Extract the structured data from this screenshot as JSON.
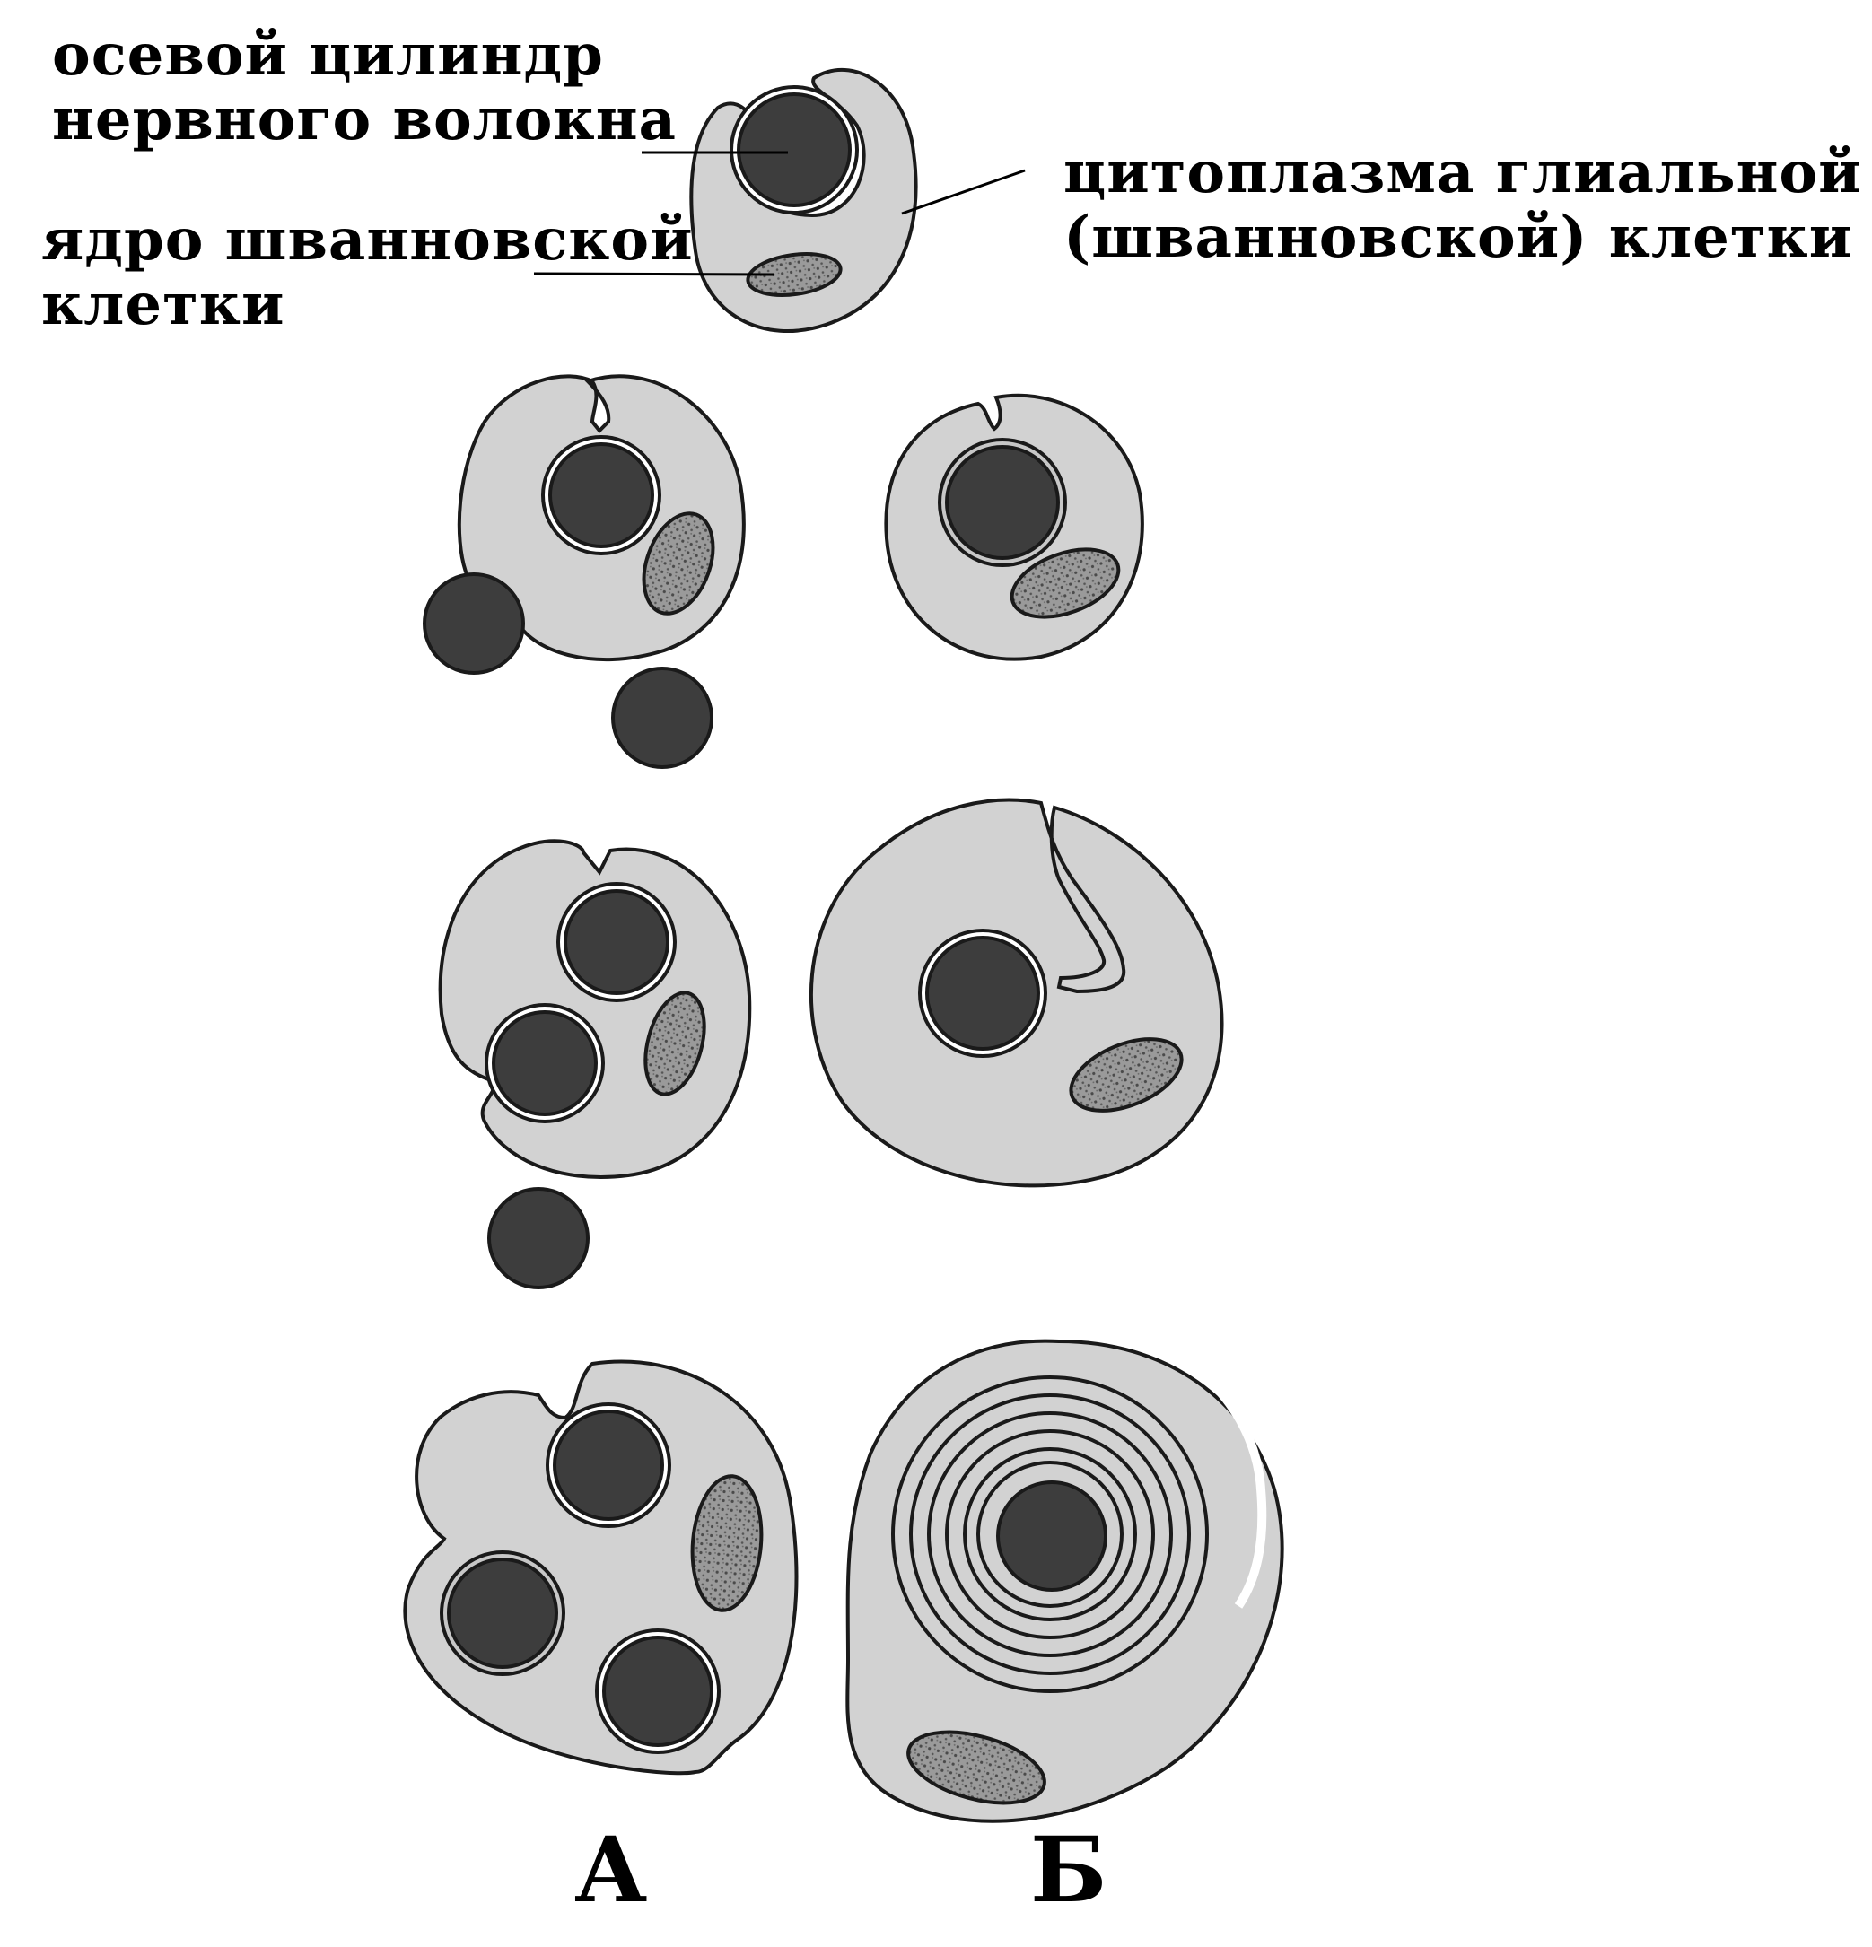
{
  "labels": {
    "axon_line1": "осевой цилиндр",
    "axon_line2": "нервного волокна",
    "nucleus_line1": "ядро шванновской",
    "nucleus_line2": "клетки",
    "cytoplasm_line1": "цитоплазма глиальной",
    "cytoplasm_line2": "(шванновской) клетки",
    "column_a": "А",
    "column_b": "Б"
  },
  "colors": {
    "cytoplasm": "#d2d2d2",
    "axon": "#3d3d3d",
    "nucleus": "#8e8e8e",
    "outline": "#1a1a1a",
    "background": "#ffffff"
  }
}
